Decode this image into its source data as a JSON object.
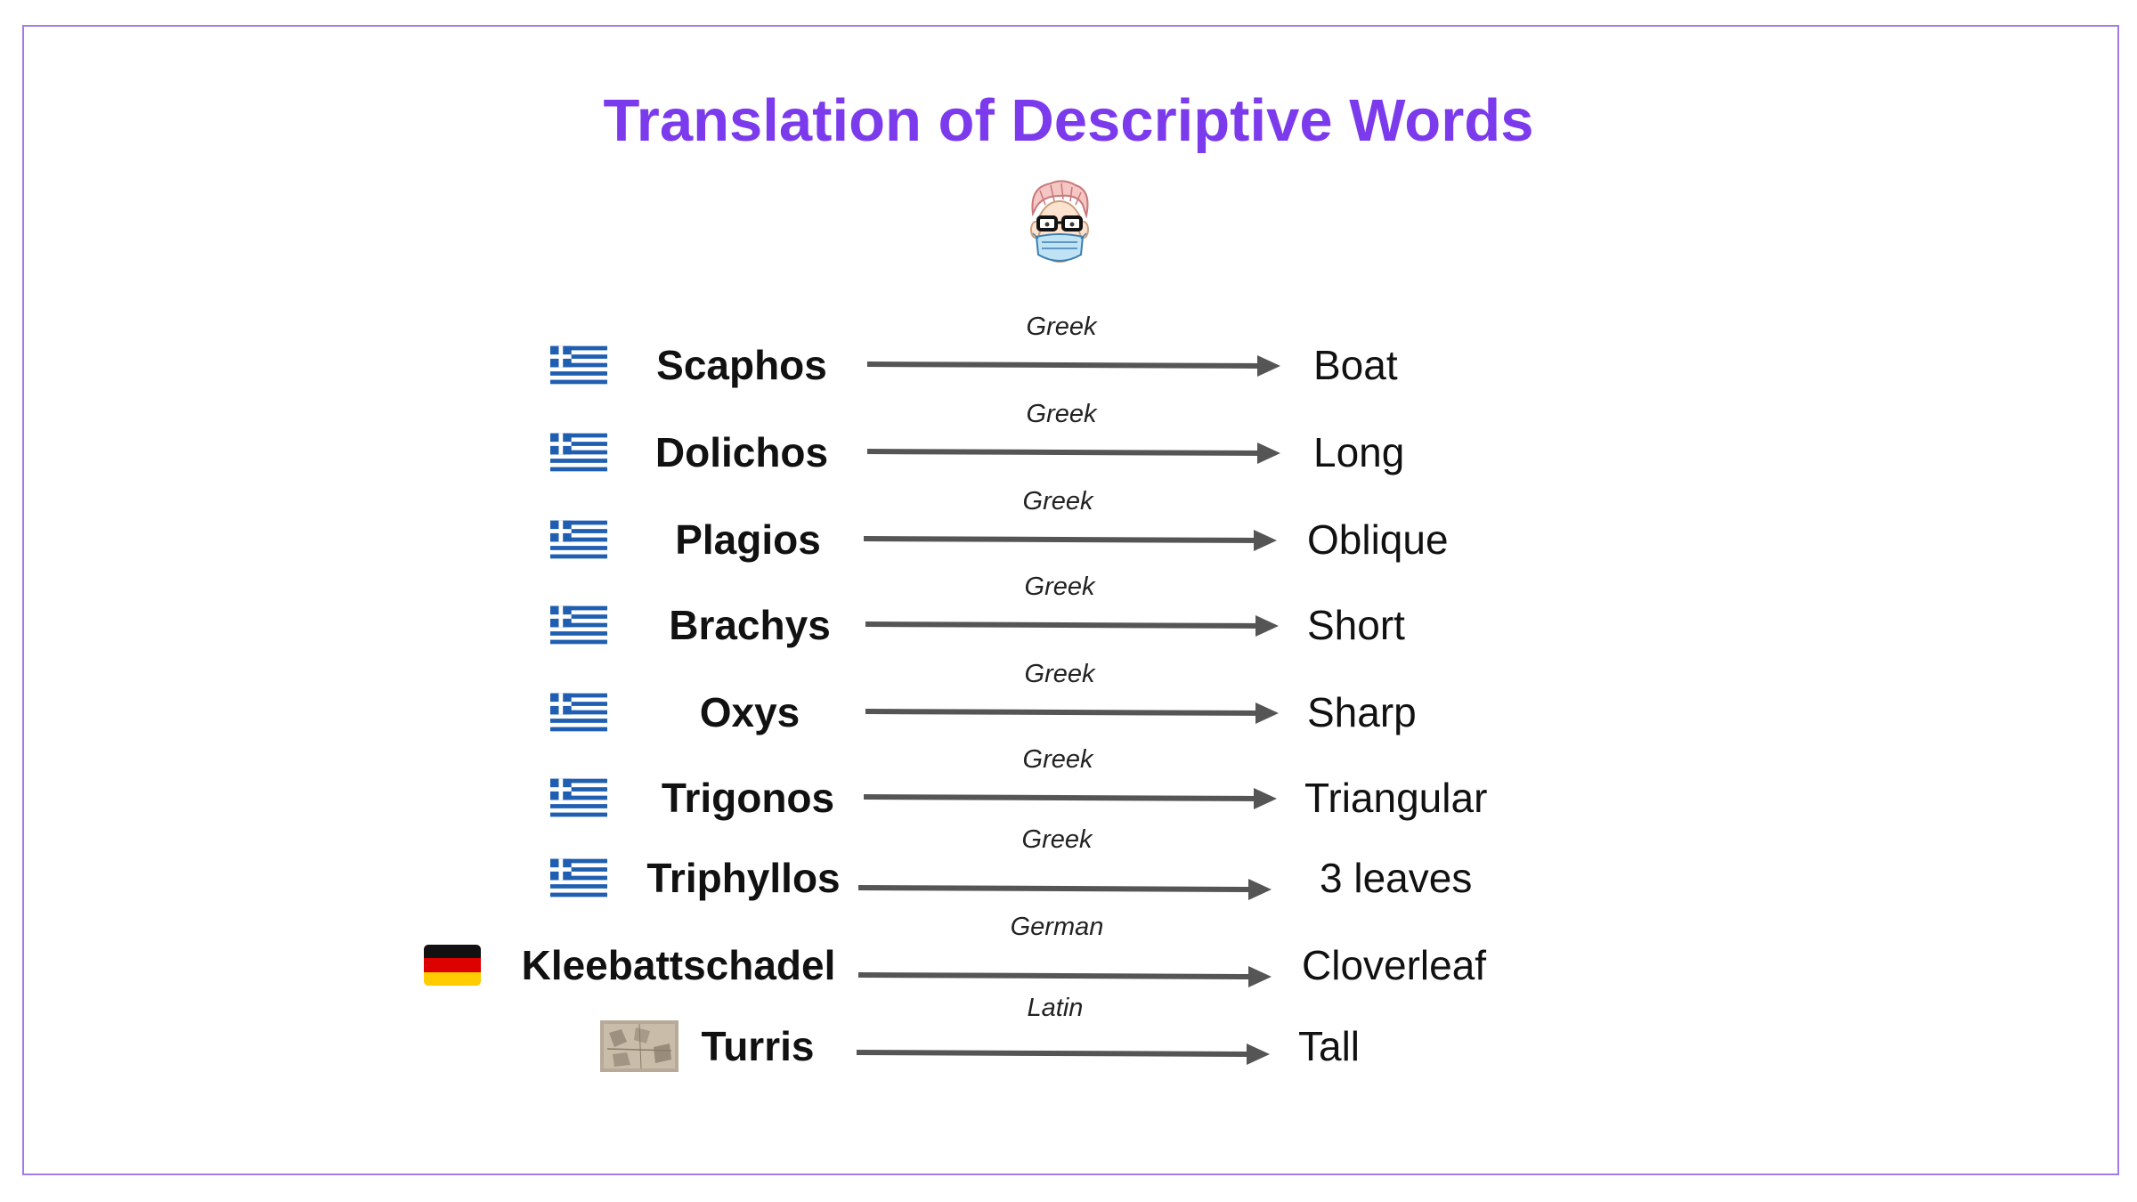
{
  "title": "Translation of Descriptive Words",
  "colors": {
    "title": "#7c3aed",
    "frame": "#a27be8",
    "arrow": "#555555",
    "greek_blue": "#1f5eb0"
  },
  "avatar_icon": "masked-man-with-glasses-icon",
  "rows": [
    {
      "flag": "greece-flag-icon",
      "word": "Scaphos",
      "language": "Greek",
      "meaning": "Boat"
    },
    {
      "flag": "greece-flag-icon",
      "word": "Dolichos",
      "language": "Greek",
      "meaning": "Long"
    },
    {
      "flag": "greece-flag-icon",
      "word": "Plagios",
      "language": "Greek",
      "meaning": "Oblique"
    },
    {
      "flag": "greece-flag-icon",
      "word": "Brachys",
      "language": "Greek",
      "meaning": "Short"
    },
    {
      "flag": "greece-flag-icon",
      "word": "Oxys",
      "language": "Greek",
      "meaning": "Sharp"
    },
    {
      "flag": "greece-flag-icon",
      "word": "Trigonos",
      "language": "Greek",
      "meaning": "Triangular"
    },
    {
      "flag": "greece-flag-icon",
      "word": "Triphyllos",
      "language": "Greek",
      "meaning": "3 leaves"
    },
    {
      "flag": "germany-flag-icon",
      "word": "Kleebattschadel",
      "language": "German",
      "meaning": "Cloverleaf"
    },
    {
      "flag": "latin-stone-inscription-icon",
      "word": "Turris",
      "language": "Latin",
      "meaning": "Tall"
    }
  ]
}
